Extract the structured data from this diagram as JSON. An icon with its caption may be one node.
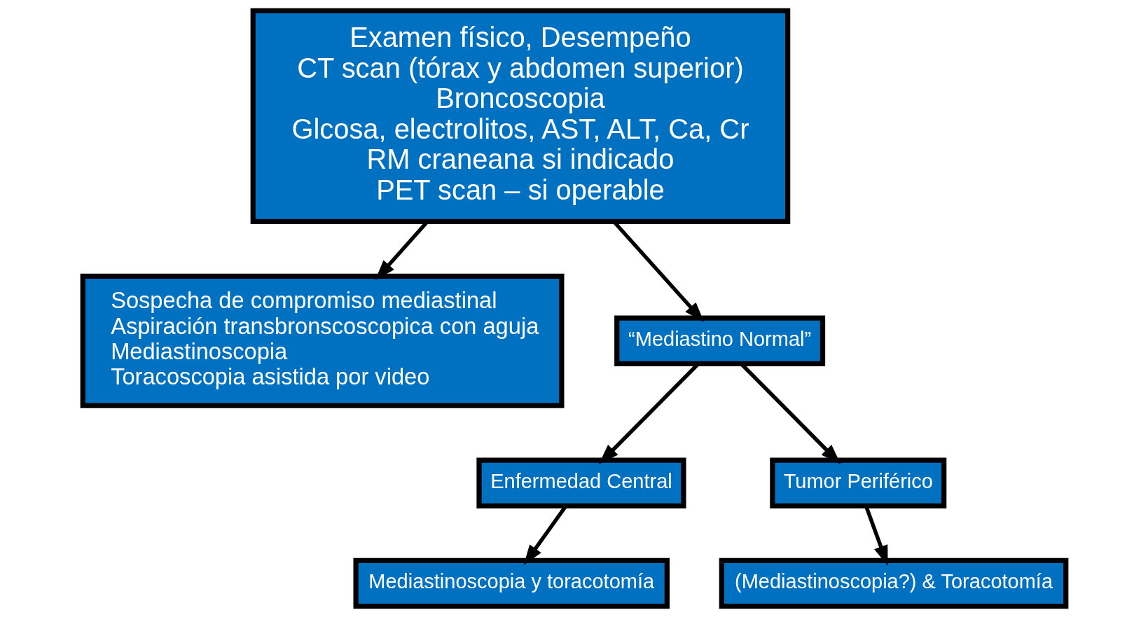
{
  "diagram": {
    "nodes": [
      {
        "text": [
          "Examen físico, Desempeño",
          "CT scan (tórax y abdomen superior)",
          "Broncoscopia",
          "Glcosa, electrolitos, AST, ALT, Ca, Cr",
          "RM craneana si indicado",
          "PET scan – si operable"
        ]
      },
      {
        "text": [
          "Sospecha de compromiso mediastinal",
          "Aspiración transbronscoscopica con aguja",
          "Mediastinoscopia",
          "Toracoscopia asistida por video"
        ]
      },
      {
        "text": [
          "“Mediastino Normal”"
        ]
      },
      {
        "text": [
          "Enfermedad Central"
        ]
      },
      {
        "text": [
          "Tumor Periférico"
        ]
      },
      {
        "text": [
          "Mediastinoscopia y toracotomía"
        ]
      },
      {
        "text": [
          "(Mediastinoscopia?) & Toracotomía"
        ]
      }
    ],
    "edges": [
      {
        "from": 0,
        "to": 1,
        "arrow": "to"
      },
      {
        "from": 0,
        "to": 2,
        "arrow": "to"
      },
      {
        "from": 2,
        "to": 3,
        "arrow": "to"
      },
      {
        "from": 2,
        "to": 4,
        "arrow": "to"
      },
      {
        "from": 3,
        "to": 5,
        "arrow": "to"
      },
      {
        "from": 4,
        "to": 6,
        "arrow": "to"
      }
    ]
  }
}
